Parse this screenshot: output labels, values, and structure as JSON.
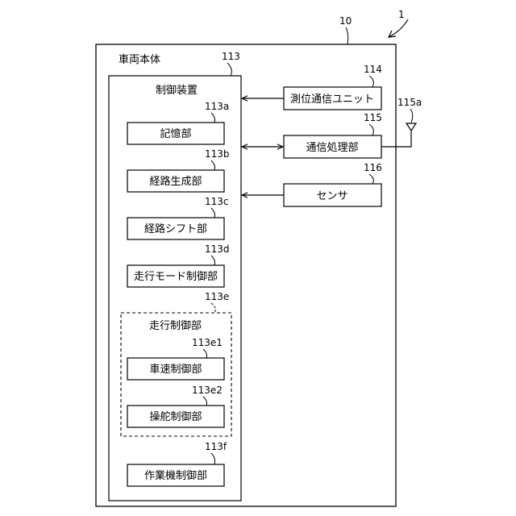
{
  "figure": {
    "system_ref": "1",
    "vehicle": {
      "ref": "10",
      "title": "車両本体"
    },
    "controller": {
      "ref": "113",
      "title": "制御装置",
      "units": [
        {
          "ref": "113a",
          "label": "記憶部"
        },
        {
          "ref": "113b",
          "label": "経路生成部"
        },
        {
          "ref": "113c",
          "label": "経路シフト部"
        },
        {
          "ref": "113d",
          "label": "走行モード制御部"
        }
      ],
      "travel_control": {
        "ref": "113e",
        "title": "走行制御部",
        "units": [
          {
            "ref": "113e1",
            "label": "車速制御部"
          },
          {
            "ref": "113e2",
            "label": "操舵制御部"
          }
        ]
      },
      "work_unit": {
        "ref": "113f",
        "label": "作業機制御部"
      }
    },
    "external_units": [
      {
        "ref": "114",
        "label": "測位通信ユニット"
      },
      {
        "ref": "115",
        "label": "通信処理部"
      },
      {
        "ref": "116",
        "label": "センサ"
      }
    ],
    "antenna": {
      "ref": "115a"
    }
  }
}
